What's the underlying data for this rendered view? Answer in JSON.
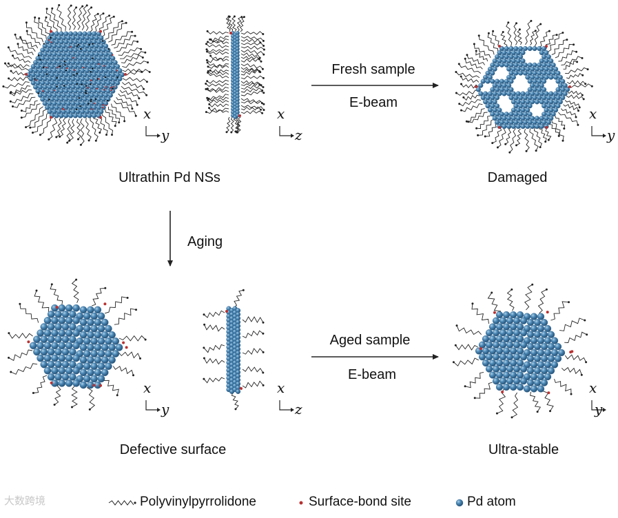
{
  "labels": {
    "ultrathin": "Ultrathin Pd NSs",
    "damaged": "Damaged",
    "defective": "Defective surface",
    "ultra_stable": "Ultra-stable",
    "aging": "Aging",
    "fresh_sample": "Fresh sample",
    "aged_sample": "Aged sample",
    "ebeam": "E-beam"
  },
  "axes": {
    "x": "x",
    "y": "y",
    "z": "z"
  },
  "legend": {
    "pvp": "Polyvinylpyrrolidone",
    "bond_site": "Surface-bond site",
    "pd_atom": "Pd atom"
  },
  "watermark": "大数跨境",
  "colors": {
    "pd_atom": "#4a86b3",
    "pd_atom_dark": "#2f6390",
    "bond_site": "#b83232",
    "ligand": "#222222",
    "arrow": "#222222"
  }
}
